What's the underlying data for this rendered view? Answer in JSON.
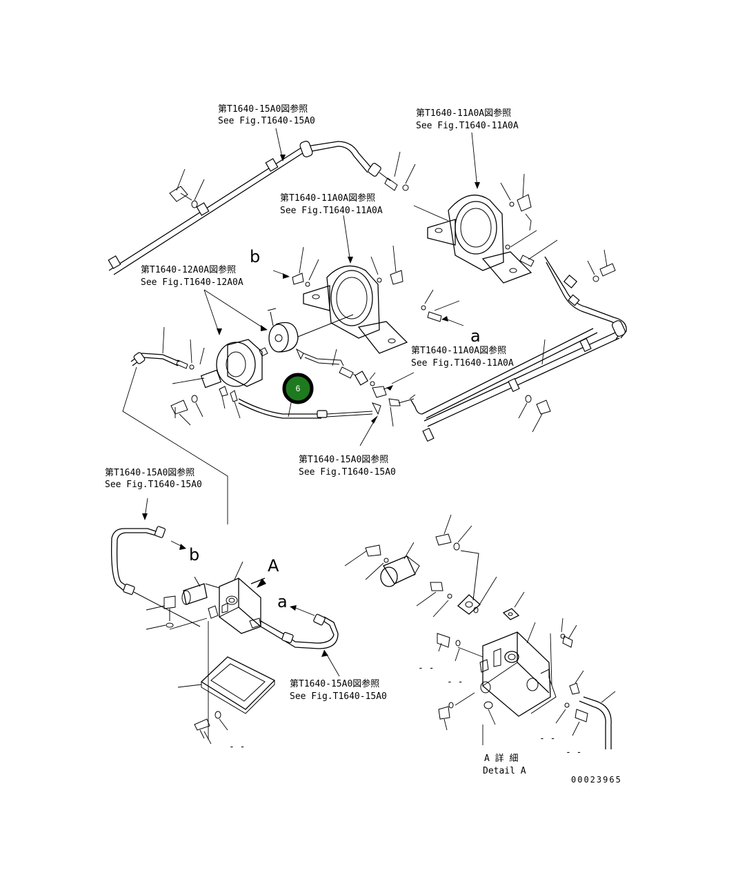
{
  "references": {
    "top_hose_ref": {
      "jp": "第T1640-15A0図参照",
      "en": "See Fig.T1640-15A0"
    },
    "right_bearing_ref": {
      "jp": "第T1640-11A0A図参照",
      "en": "See Fig.T1640-11A0A"
    },
    "center_bearing_ref": {
      "jp": "第T1640-11A0A図参照",
      "en": "See Fig.T1640-11A0A"
    },
    "motor_ref": {
      "jp": "第T1640-12A0A図参照",
      "en": "See Fig.T1640-12A0A"
    },
    "tee_ref": {
      "jp": "第T1640-11A0A図参照",
      "en": "See Fig.T1640-11A0A"
    },
    "lower_mid_ref": {
      "jp": "第T1640-15A0図参照",
      "en": "See Fig.T1640-15A0"
    },
    "left_ref": {
      "jp": "第T1640-15A0図参照",
      "en": "See Fig.T1640-15A0"
    },
    "bottom_ref": {
      "jp": "第T1640-15A0図参照",
      "en": "See Fig.T1640-15A0"
    }
  },
  "markers": {
    "a": "a",
    "b": "b",
    "A": "A"
  },
  "callout": {
    "number": "6",
    "color": "#1e7a1e"
  },
  "detail": {
    "jp": "A 詳 細",
    "en": "Detail A"
  },
  "drawing_code": "00023965",
  "small_dashes": {
    "d1": "- -",
    "d2": "- -",
    "d3": "- -",
    "d4": "- -",
    "d5": "- -"
  }
}
